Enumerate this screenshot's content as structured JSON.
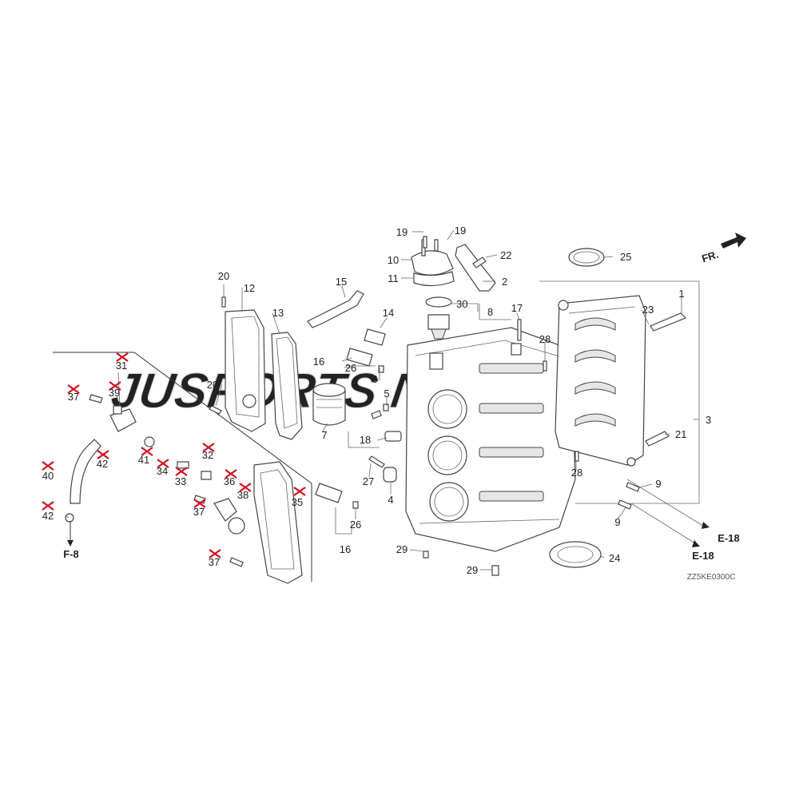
{
  "watermark": "JUSPORTS NATION",
  "direction_label": "FR.",
  "ref_f8": "F-8",
  "ref_e18_a": "E-18",
  "ref_e18_b": "E-18",
  "diagram_code": "ZZ5KE0300C",
  "callouts": [
    "1",
    "2",
    "3",
    "4",
    "5",
    "6",
    "7",
    "8",
    "9",
    "9",
    "10",
    "11",
    "12",
    "13",
    "14",
    "15",
    "16",
    "16",
    "17",
    "18",
    "19",
    "19",
    "20",
    "20",
    "21",
    "22",
    "23",
    "24",
    "25",
    "26",
    "26",
    "27",
    "28",
    "28",
    "29",
    "29",
    "30",
    "31",
    "32",
    "33",
    "34",
    "35",
    "36",
    "37",
    "37",
    "37",
    "38",
    "39",
    "40",
    "41",
    "42",
    "42"
  ],
  "discontinued_parts": [
    "31",
    "32",
    "33",
    "34",
    "35",
    "36",
    "37",
    "38",
    "39",
    "40",
    "41",
    "42"
  ],
  "colors": {
    "line": "#333333",
    "discontinued_mark": "#d0101e",
    "watermark": "#dcdcdc"
  }
}
